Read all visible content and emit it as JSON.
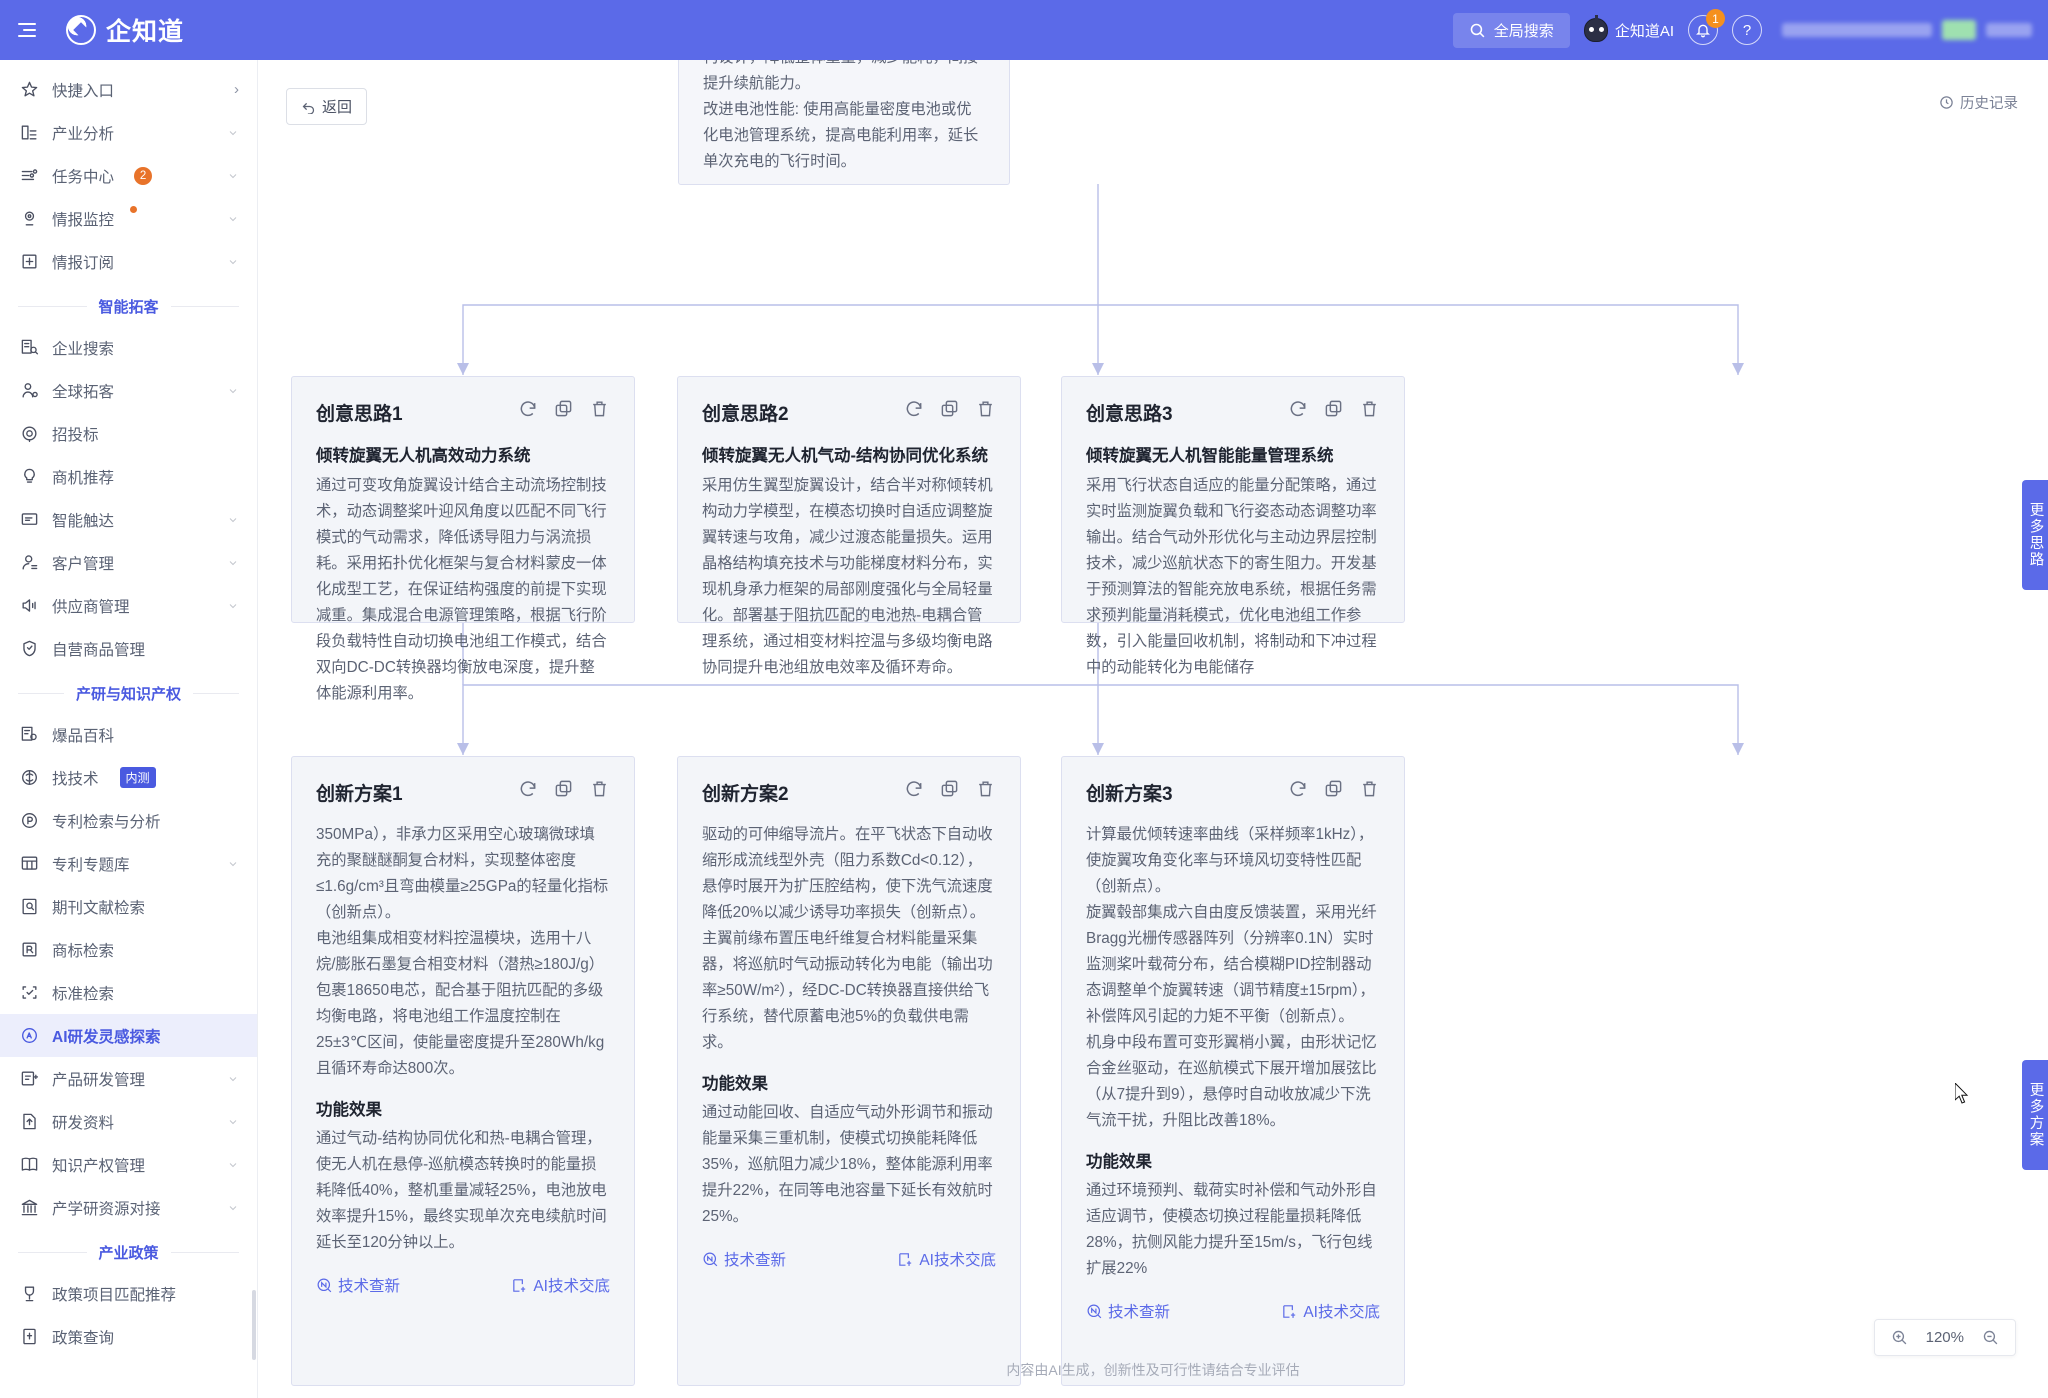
{
  "topbar": {
    "menu_icon": "hamburger-icon",
    "brand": "企知道",
    "search_label": "全局搜索",
    "search_icon": "search-icon",
    "ai_label": "企知道AI",
    "ai_icon": "robot-icon",
    "bell_icon": "bell-icon",
    "bell_badge": "1",
    "help_icon": "question-icon",
    "help_label": "?"
  },
  "sidebar": {
    "items": [
      {
        "label": "快捷入口",
        "icon": "star-icon",
        "trail": "arrow-right",
        "active": false
      },
      {
        "label": "产业分析",
        "icon": "bar-chart-icon",
        "trail": "chevron-down",
        "active": false
      },
      {
        "label": "任务中心",
        "icon": "task-icon",
        "trail": "chevron-down",
        "badge": "2",
        "active": false
      },
      {
        "label": "情报监控",
        "icon": "radar-icon",
        "trail": "chevron-down",
        "dot": true,
        "active": false
      },
      {
        "label": "情报订阅",
        "icon": "subscribe-icon",
        "trail": "chevron-down",
        "active": false
      }
    ],
    "group1": "智能拓客",
    "items2": [
      {
        "label": "企业搜索",
        "icon": "company-search-icon",
        "trail": "",
        "active": false
      },
      {
        "label": "全球拓客",
        "icon": "globe-user-icon",
        "trail": "chevron-down",
        "active": false
      },
      {
        "label": "招投标",
        "icon": "bid-icon",
        "trail": "",
        "active": false
      },
      {
        "label": "商机推荐",
        "icon": "bulb-icon",
        "trail": "",
        "active": false
      },
      {
        "label": "智能触达",
        "icon": "message-icon",
        "trail": "chevron-down",
        "active": false
      },
      {
        "label": "客户管理",
        "icon": "user-icon",
        "trail": "chevron-down",
        "active": false
      },
      {
        "label": "供应商管理",
        "icon": "speaker-icon",
        "trail": "chevron-down",
        "active": false
      },
      {
        "label": "自营商品管理",
        "icon": "shield-icon",
        "trail": "",
        "active": false
      }
    ],
    "group2": "产研与知识产权",
    "items3": [
      {
        "label": "爆品百科",
        "icon": "wiki-icon",
        "trail": "",
        "active": false
      },
      {
        "label": "找技术",
        "icon": "tech-icon",
        "trail": "",
        "tag": "内测",
        "active": false
      },
      {
        "label": "专利检索与分析",
        "icon": "patent-icon",
        "trail": "",
        "active": false
      },
      {
        "label": "专利专题库",
        "icon": "library-icon",
        "trail": "chevron-down",
        "active": false
      },
      {
        "label": "期刊文献检索",
        "icon": "journal-icon",
        "trail": "",
        "active": false
      },
      {
        "label": "商标检索",
        "icon": "trademark-icon",
        "trail": "",
        "active": false
      },
      {
        "label": "标准检索",
        "icon": "standard-icon",
        "trail": "",
        "active": false
      },
      {
        "label": "AI研发灵感探索",
        "icon": "ai-icon",
        "trail": "",
        "active": true
      },
      {
        "label": "产品研发管理",
        "icon": "product-icon",
        "trail": "chevron-down",
        "active": false
      },
      {
        "label": "研发资料",
        "icon": "doc-icon",
        "trail": "chevron-down",
        "active": false
      },
      {
        "label": "知识产权管理",
        "icon": "book-icon",
        "trail": "chevron-down",
        "active": false
      },
      {
        "label": "产学研资源对接",
        "icon": "bank-icon",
        "trail": "chevron-down",
        "active": false
      }
    ],
    "group3": "产业政策",
    "items4": [
      {
        "label": "政策项目匹配推荐",
        "icon": "trophy-icon",
        "trail": "",
        "active": false
      },
      {
        "label": "政策查询",
        "icon": "policy-icon",
        "trail": "",
        "active": false
      }
    ]
  },
  "main": {
    "back_label": "返回",
    "back_icon": "undo-icon",
    "history_label": "历史记录",
    "history_icon": "clock-icon",
    "footer_note": "内容由AI生成，创新性及可行性请结合专业评估",
    "zoom": {
      "level": "120%",
      "zoom_in_icon": "zoom-in-icon",
      "zoom_out_icon": "zoom-out-icon"
    },
    "tab_more_ideas": "更多思路",
    "tab_more_plans": "更多方案"
  },
  "root_card": {
    "body": "减轻机身重量: 采用轻量化材料或优化结构设计，降低整体重量，减少能耗，间接提升续航能力。\n改进电池性能: 使用高能量密度电池或优化电池管理系统，提高电能利用率，延长单次充电的飞行时间。"
  },
  "idea_cards": [
    {
      "title": "创意思路1",
      "subtitle": "倾转旋翼无人机高效动力系统",
      "body": "通过可变攻角旋翼设计结合主动流场控制技术，动态调整桨叶迎风角度以匹配不同飞行模式的气动需求，降低诱导阻力与涡流损耗。采用拓扑优化框架与复合材料蒙皮一体化成型工艺，在保证结构强度的前提下实现减重。集成混合电源管理策略，根据飞行阶段负载特性自动切换电池组工作模式，结合双向DC-DC转换器均衡放电深度，提升整体能源利用率。"
    },
    {
      "title": "创意思路2",
      "subtitle": "倾转旋翼无人机气动-结构协同优化系统",
      "body": "采用仿生翼型旋翼设计，结合半对称倾转机构动力学模型，在模态切换时自适应调整旋翼转速与攻角，减少过渡态能量损失。运用晶格结构填充技术与功能梯度材料分布，实现机身承力框架的局部刚度强化与全局轻量化。部署基于阻抗匹配的电池热-电耦合管理系统，通过相变材料控温与多级均衡电路协同提升电池组放电效率及循环寿命。"
    },
    {
      "title": "创意思路3",
      "subtitle": "倾转旋翼无人机智能能量管理系统",
      "body": "采用飞行状态自适应的能量分配策略，通过实时监测旋翼负载和飞行姿态动态调整功率输出。结合气动外形优化与主动边界层控制技术，减少巡航状态下的寄生阻力。开发基于预测算法的智能充放电系统，根据任务需求预判能量消耗模式，优化电池组工作参数，引入能量回收机制，将制动和下冲过程中的动能转化为电能储存"
    }
  ],
  "plan_cards": [
    {
      "title": "创新方案1",
      "body": "350MPa），非承力区采用空心玻璃微球填充的聚醚醚酮复合材料，实现整体密度≤1.6g/cm³且弯曲模量≥25GPa的轻量化指标（创新点）。\n电池组集成相变材料控温模块，选用十八烷/膨胀石墨复合相变材料（潜热≥180J/g）包裹18650电芯，配合基于阻抗匹配的多级均衡电路，将电池组工作温度控制在25±3℃区间，使能量密度提升至280Wh/kg且循环寿命达800次。",
      "effect_title": "功能效果",
      "effect": "通过气动-结构协同优化和热-电耦合管理，使无人机在悬停-巡航模态转换时的能量损耗降低40%，整机重量减轻25%，电池放电效率提升15%，最终实现单次充电续航时间延长至120分钟以上。",
      "action_left": "技术查新",
      "action_left_icon": "novelty-search-icon",
      "action_right": "AI技术交底",
      "action_right_icon": "ai-disclosure-icon"
    },
    {
      "title": "创新方案2",
      "body": "驱动的可伸缩导流片。在平飞状态下自动收缩形成流线型外壳（阻力系数Cd<0.12），悬停时展开为扩压腔结构，使下洗气流速度降低20%以减少诱导功率损失（创新点）。\n主翼前缘布置压电纤维复合材料能量采集器，将巡航时气动振动转化为电能（输出功率≥50W/m²），经DC-DC转换器直接供给飞行系统，替代原蓄电池5%的负载供电需求。",
      "effect_title": "功能效果",
      "effect": "通过动能回收、自适应气动外形调节和振动能量采集三重机制，使模式切换能耗降低35%，巡航阻力减少18%，整体能源利用率提升22%，在同等电池容量下延长有效航时25%。",
      "action_left": "技术查新",
      "action_left_icon": "novelty-search-icon",
      "action_right": "AI技术交底",
      "action_right_icon": "ai-disclosure-icon"
    },
    {
      "title": "创新方案3",
      "body": "计算最优倾转速率曲线（采样频率1kHz），使旋翼攻角变化率与环境风切变特性匹配（创新点）。\n旋翼毂部集成六自由度反馈装置，采用光纤Bragg光栅传感器阵列（分辨率0.1N）实时监测桨叶载荷分布，结合模糊PID控制器动态调整单个旋翼转速（调节精度±15rpm），补偿阵风引起的力矩不平衡（创新点）。\n机身中段布置可变形翼梢小翼，由形状记忆合金丝驱动，在巡航模式下展开增加展弦比（从7提升到9），悬停时自动收放减少下洗气流干扰，升阻比改善18%。",
      "effect_title": "功能效果",
      "effect": "通过环境预判、载荷实时补偿和气动外形自适应调节，使模态切换过程能量损耗降低28%，抗侧风能力提升至15m/s，飞行包线扩展22%",
      "action_left": "技术查新",
      "action_left_icon": "novelty-search-icon",
      "action_right": "AI技术交底",
      "action_right_icon": "ai-disclosure-icon"
    }
  ]
}
